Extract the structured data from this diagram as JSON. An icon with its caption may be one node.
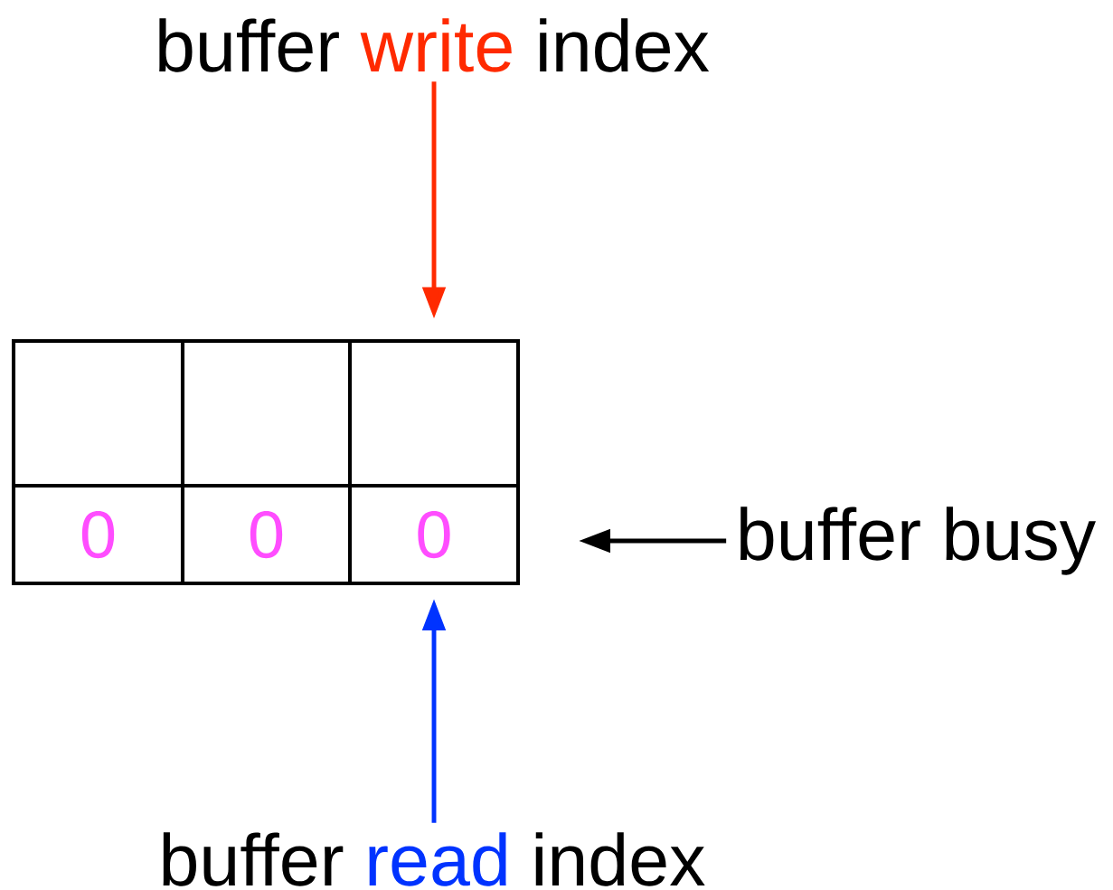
{
  "diagram": {
    "nodes": [
      {
        "text": [
          "buffer",
          "write",
          "index"
        ]
      },
      {
        "text": [],
        "shape": "box"
      },
      {
        "text": [],
        "shape": "box"
      },
      {
        "text": [],
        "shape": "box"
      },
      {
        "text": [
          "0"
        ]
      },
      {
        "text": [
          "0"
        ]
      },
      {
        "text": [
          "0"
        ]
      },
      {
        "text": [
          "buffer busy"
        ]
      },
      {
        "text": [
          "buffer",
          "read",
          "index"
        ]
      }
    ],
    "edges": [
      {
        "from": 0,
        "to": 3,
        "arrow": "to",
        "color": "#ff2a00"
      },
      {
        "from": 8,
        "to": 6,
        "arrow": "to",
        "color": "#0033ff"
      },
      {
        "from": 7,
        "to": null,
        "arrow": "to",
        "color": "#000000"
      }
    ]
  }
}
